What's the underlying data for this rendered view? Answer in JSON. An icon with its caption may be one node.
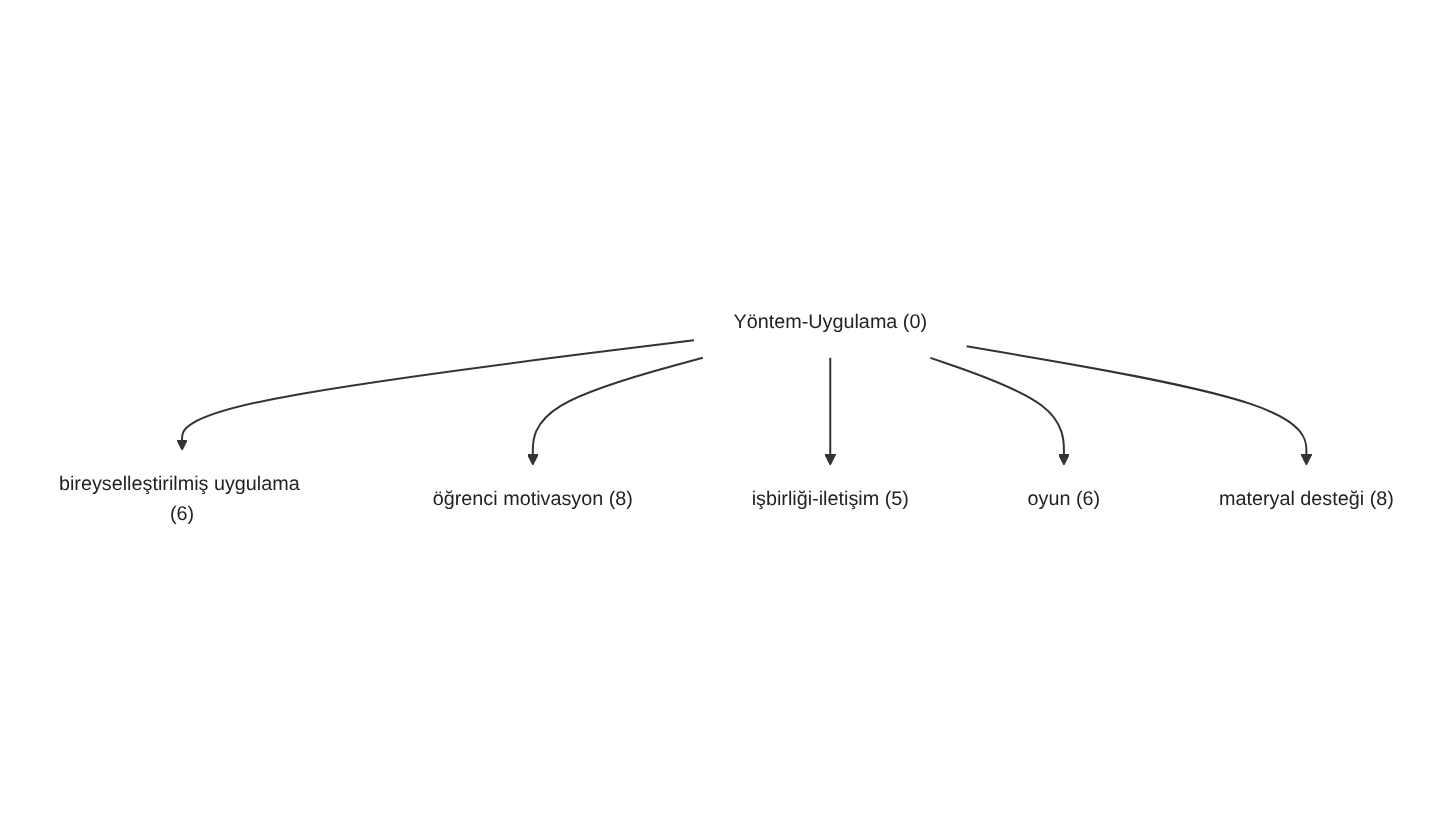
{
  "diagram": {
    "nodes": [
      {
        "text": [
          "Yöntem-Uygulama (0)"
        ]
      },
      {
        "text": [
          "bireyselleştirilmiş uygulama (6)"
        ]
      },
      {
        "text": [
          "öğrenci motivasyon (8)"
        ]
      },
      {
        "text": [
          "işbirliği-iletişim (5)"
        ]
      },
      {
        "text": [
          "oyun (6)"
        ]
      },
      {
        "text": [
          "materyal desteği (8)"
        ]
      }
    ],
    "edges": [
      {
        "from": 0,
        "to": 1,
        "arrow": "to"
      },
      {
        "from": 0,
        "to": 2,
        "arrow": "to"
      },
      {
        "from": 0,
        "to": 3,
        "arrow": "to"
      },
      {
        "from": 0,
        "to": 4,
        "arrow": "to"
      },
      {
        "from": 0,
        "to": 5,
        "arrow": "to"
      }
    ]
  }
}
